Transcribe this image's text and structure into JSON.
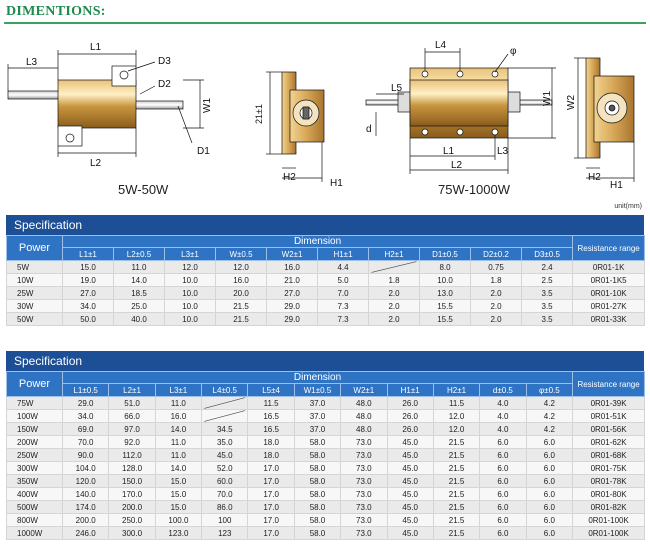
{
  "heading": "DIMENTIONS:",
  "drawing": {
    "caption_small": "5W-50W",
    "caption_large": "75W-1000W",
    "unit": "unit(mm)",
    "labels_small": [
      "L1",
      "L3",
      "D3",
      "D2",
      "W1",
      "D1",
      "L2",
      "21±1",
      "H2",
      "H1"
    ],
    "labels_large": [
      "L4",
      "φ",
      "L5",
      "d",
      "W1",
      "L1",
      "L3",
      "L2",
      "W2",
      "H2",
      "H1"
    ]
  },
  "table1": {
    "title": "Specification",
    "power_header": "Power",
    "dimension_header": "Dimension",
    "resistance_header": "Resistance range",
    "columns": [
      "L1±1",
      "L2±0.5",
      "L3±1",
      "W±0.5",
      "W2±1",
      "H1±1",
      "H2±1",
      "D1±0.5",
      "D2±0.2",
      "D3±0.5"
    ],
    "rows": [
      {
        "power": "5W",
        "cells": [
          "15.0",
          "11.0",
          "12.0",
          "12.0",
          "16.0",
          "4.4",
          "",
          "8.0",
          "0.75",
          "2.4"
        ],
        "range": "0R01-1K"
      },
      {
        "power": "10W",
        "cells": [
          "19.0",
          "14.0",
          "10.0",
          "16.0",
          "21.0",
          "5.0",
          "1.8",
          "10.0",
          "1.8",
          "2.5"
        ],
        "range": "0R01-1K5"
      },
      {
        "power": "25W",
        "cells": [
          "27.0",
          "18.5",
          "10.0",
          "20.0",
          "27.0",
          "7.0",
          "2.0",
          "13.0",
          "2.0",
          "3.5"
        ],
        "range": "0R01-10K"
      },
      {
        "power": "30W",
        "cells": [
          "34.0",
          "25.0",
          "10.0",
          "21.5",
          "29.0",
          "7.3",
          "2.0",
          "15.5",
          "2.0",
          "3.5"
        ],
        "range": "0R01-27K"
      },
      {
        "power": "50W",
        "cells": [
          "50.0",
          "40.0",
          "10.0",
          "21.5",
          "29.0",
          "7.3",
          "2.0",
          "15.5",
          "2.0",
          "3.5"
        ],
        "range": "0R01-33K"
      }
    ]
  },
  "table2": {
    "title": "Specification",
    "power_header": "Power",
    "dimension_header": "Dimension",
    "resistance_header": "Resistance range",
    "columns": [
      "L1±0.5",
      "L2±1",
      "L3±1",
      "L4±0.5",
      "L5±4",
      "W1±0.5",
      "W2±1",
      "H1±1",
      "H2±1",
      "d±0.5",
      "φ±0.5"
    ],
    "rows": [
      {
        "power": "75W",
        "cells": [
          "29.0",
          "51.0",
          "11.0",
          "",
          "11.5",
          "37.0",
          "48.0",
          "26.0",
          "11.5",
          "4.0",
          "4.2"
        ],
        "range": "0R01-39K"
      },
      {
        "power": "100W",
        "cells": [
          "34.0",
          "66.0",
          "16.0",
          "",
          "16.5",
          "37.0",
          "48.0",
          "26.0",
          "12.0",
          "4.0",
          "4.2"
        ],
        "range": "0R01-51K"
      },
      {
        "power": "150W",
        "cells": [
          "69.0",
          "97.0",
          "14.0",
          "34.5",
          "16.5",
          "37.0",
          "48.0",
          "26.0",
          "12.0",
          "4.0",
          "4.2"
        ],
        "range": "0R01-56K"
      },
      {
        "power": "200W",
        "cells": [
          "70.0",
          "92.0",
          "11.0",
          "35.0",
          "18.0",
          "58.0",
          "73.0",
          "45.0",
          "21.5",
          "6.0",
          "6.0"
        ],
        "range": "0R01-62K"
      },
      {
        "power": "250W",
        "cells": [
          "90.0",
          "112.0",
          "11.0",
          "45.0",
          "18.0",
          "58.0",
          "73.0",
          "45.0",
          "21.5",
          "6.0",
          "6.0"
        ],
        "range": "0R01-68K"
      },
      {
        "power": "300W",
        "cells": [
          "104.0",
          "128.0",
          "14.0",
          "52.0",
          "17.0",
          "58.0",
          "73.0",
          "45.0",
          "21.5",
          "6.0",
          "6.0"
        ],
        "range": "0R01-75K"
      },
      {
        "power": "350W",
        "cells": [
          "120.0",
          "150.0",
          "15.0",
          "60.0",
          "17.0",
          "58.0",
          "73.0",
          "45.0",
          "21.5",
          "6.0",
          "6.0"
        ],
        "range": "0R01-78K"
      },
      {
        "power": "400W",
        "cells": [
          "140.0",
          "170.0",
          "15.0",
          "70.0",
          "17.0",
          "58.0",
          "73.0",
          "45.0",
          "21.5",
          "6.0",
          "6.0"
        ],
        "range": "0R01-80K"
      },
      {
        "power": "500W",
        "cells": [
          "174.0",
          "200.0",
          "15.0",
          "86.0",
          "17.0",
          "58.0",
          "73.0",
          "45.0",
          "21.5",
          "6.0",
          "6.0"
        ],
        "range": "0R01-82K"
      },
      {
        "power": "800W",
        "cells": [
          "200.0",
          "250.0",
          "100.0",
          "100",
          "17.0",
          "58.0",
          "73.0",
          "45.0",
          "21.5",
          "6.0",
          "6.0"
        ],
        "range": "0R01-100K"
      },
      {
        "power": "1000W",
        "cells": [
          "246.0",
          "300.0",
          "123.0",
          "123",
          "17.0",
          "58.0",
          "73.0",
          "45.0",
          "21.5",
          "6.0",
          "6.0"
        ],
        "range": "0R01-100K"
      }
    ]
  }
}
